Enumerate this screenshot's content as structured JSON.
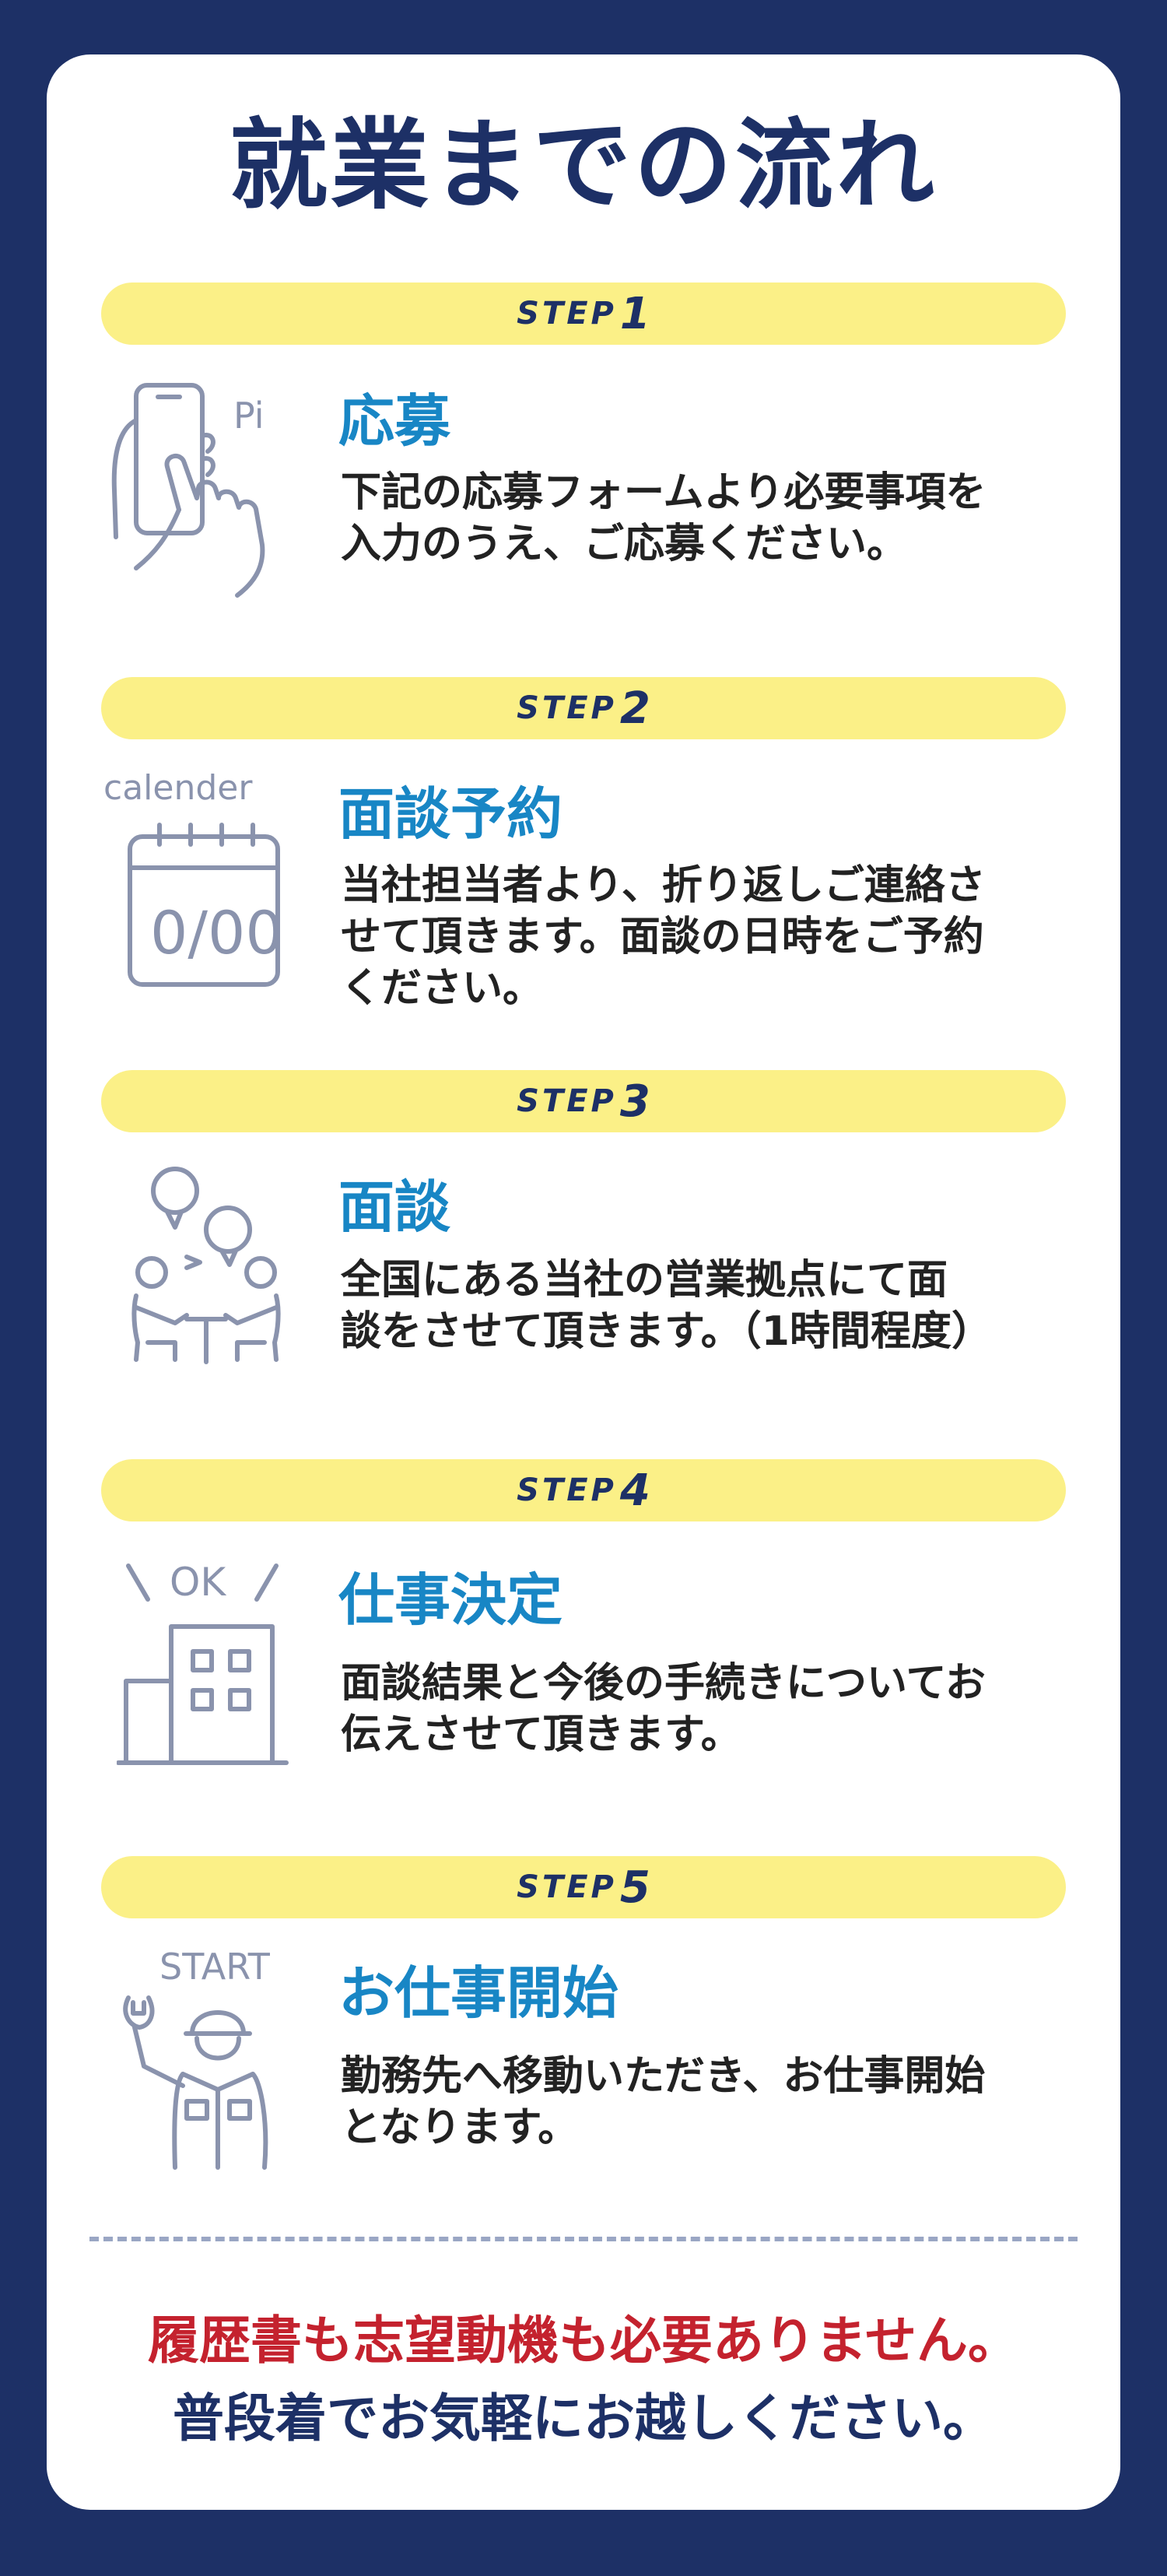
{
  "title": "就業までの流れ",
  "step_word": "STEP",
  "steps": [
    {
      "number": "1",
      "title": "応募",
      "desc_lines": [
        "下記の応募フォームより必要事項を",
        "入力のうえ、ご応募ください。"
      ],
      "icon": "smartphone-tap-icon",
      "icon_text": "Pi"
    },
    {
      "number": "2",
      "title": "面談予約",
      "desc_lines": [
        "当社担当者より、折り返しご連絡さ",
        "せて頂きます。面談の日時をご予約",
        "ください。"
      ],
      "icon": "calendar-icon",
      "icon_text": "calender",
      "icon_text2": "0/00"
    },
    {
      "number": "3",
      "title": "面談",
      "desc_lines": [
        "全国にある当社の営業拠点にて面",
        "談をさせて頂きます。（1時間程度）"
      ],
      "icon": "interview-icon"
    },
    {
      "number": "4",
      "title": "仕事決定",
      "desc_lines": [
        "面談結果と今後の手続きについてお",
        "伝えさせて頂きます。"
      ],
      "icon": "building-ok-icon",
      "icon_text": "OK"
    },
    {
      "number": "5",
      "title": "お仕事開始",
      "desc_lines": [
        "勤務先へ移動いただき、お仕事開始",
        "となります。"
      ],
      "icon": "worker-start-icon",
      "icon_text": "START"
    }
  ],
  "footer": {
    "line1": "履歴書も志望動機も必要ありません。",
    "line2": "普段着でお気軽にお越しください。"
  },
  "colors": {
    "background": "#1d3066",
    "card": "#ffffff",
    "step_bar": "#fbf087",
    "step_title": "#1886c5",
    "footer_red": "#c4222e",
    "icon_stroke": "#8a93ad"
  }
}
